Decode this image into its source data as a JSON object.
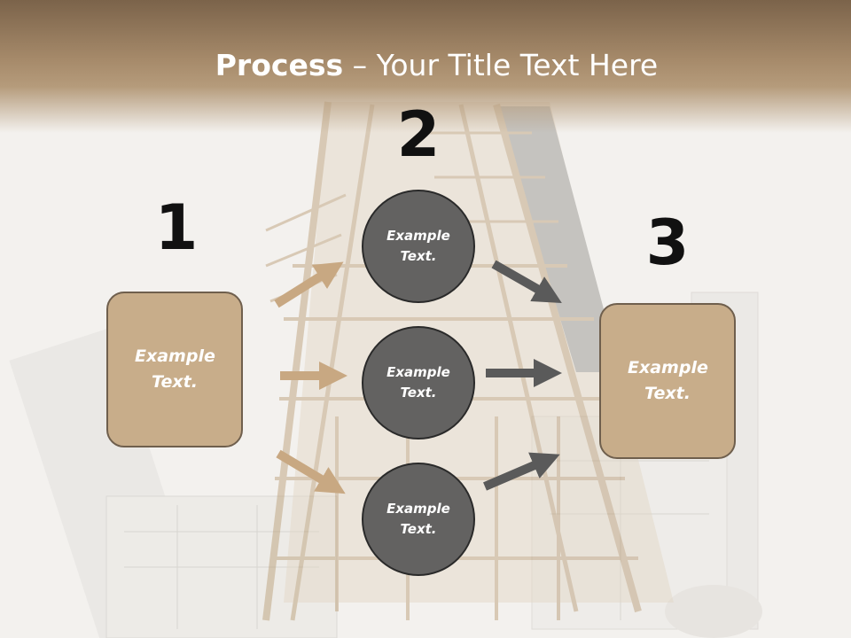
{
  "title": {
    "bold": "Process",
    "rest": " – Your Title Text Here"
  },
  "steps": [
    {
      "number": "1",
      "text": "Example Text."
    },
    {
      "number": "2",
      "texts": [
        "Example Text.",
        "Example Text.",
        "Example Text."
      ]
    },
    {
      "number": "3",
      "text": "Example Text."
    }
  ],
  "colors": {
    "header": "#a68a6a",
    "box_fill": "#c8ad8a",
    "box_border": "#6f5f4d",
    "circle_fill": "#636261",
    "arrow_tan": "#c8a882",
    "arrow_gray": "#5a5a5a"
  },
  "background_image": "house-frame-and-blueprints"
}
